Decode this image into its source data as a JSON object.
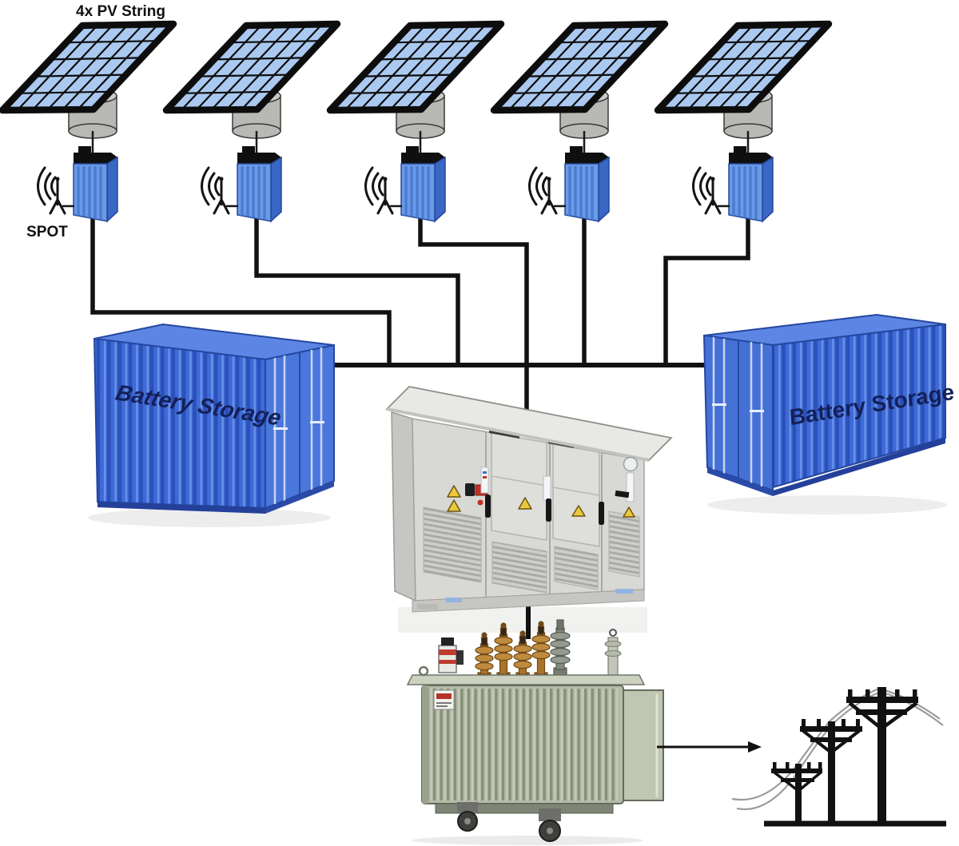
{
  "diagram": {
    "pv_string_label": "4x PV String",
    "spot_label": "SPOT",
    "pv_unit_count": 5,
    "battery_left": {
      "label": "Battery Storage"
    },
    "battery_right": {
      "label": "Battery Storage"
    },
    "components": [
      {
        "id": "pv-string-panel",
        "count": 5
      },
      {
        "id": "tracker-mount-cylinder",
        "count": 5
      },
      {
        "id": "spot-wireless-gateway",
        "count": 5
      },
      {
        "id": "battery-storage-container",
        "count": 2
      },
      {
        "id": "central-inverter-station",
        "count": 1
      },
      {
        "id": "distribution-transformer",
        "count": 1
      },
      {
        "id": "utility-grid-poles",
        "count": 1
      }
    ],
    "connections": [
      "pv-unit-1 -> dc-bus",
      "pv-unit-2 -> dc-bus",
      "pv-unit-3 -> dc-bus",
      "pv-unit-4 -> dc-bus",
      "pv-unit-5 -> dc-bus",
      "battery-container-left -> dc-bus",
      "battery-container-right -> dc-bus",
      "dc-bus -> inverter-station",
      "inverter-station -> transformer",
      "transformer -> grid-poles (arrow)"
    ]
  },
  "colors": {
    "background": "#ffffff",
    "panel_cell": "#abc9f0",
    "panel_frame": "#0d0d0d",
    "mount_grey": "#b8b8b4",
    "device_blue": "#6b9ae8",
    "device_side": "#3a66c4",
    "wire_black": "#111111",
    "container_side": "#3e6bd6",
    "container_roof": "#5c85e4",
    "container_door": "#4a77dc",
    "container_text": "#142058",
    "inverter_body": "#d8d8d4",
    "inverter_roof": "#e8e8e4",
    "inverter_side": "#c6c6c2",
    "transformer_tank": "#b4bba8",
    "transformer_lid": "#ccd1c0",
    "brass_bushing": "#c08a3e",
    "pole_black": "#111111",
    "catenary_grey": "#9c9c9c"
  }
}
